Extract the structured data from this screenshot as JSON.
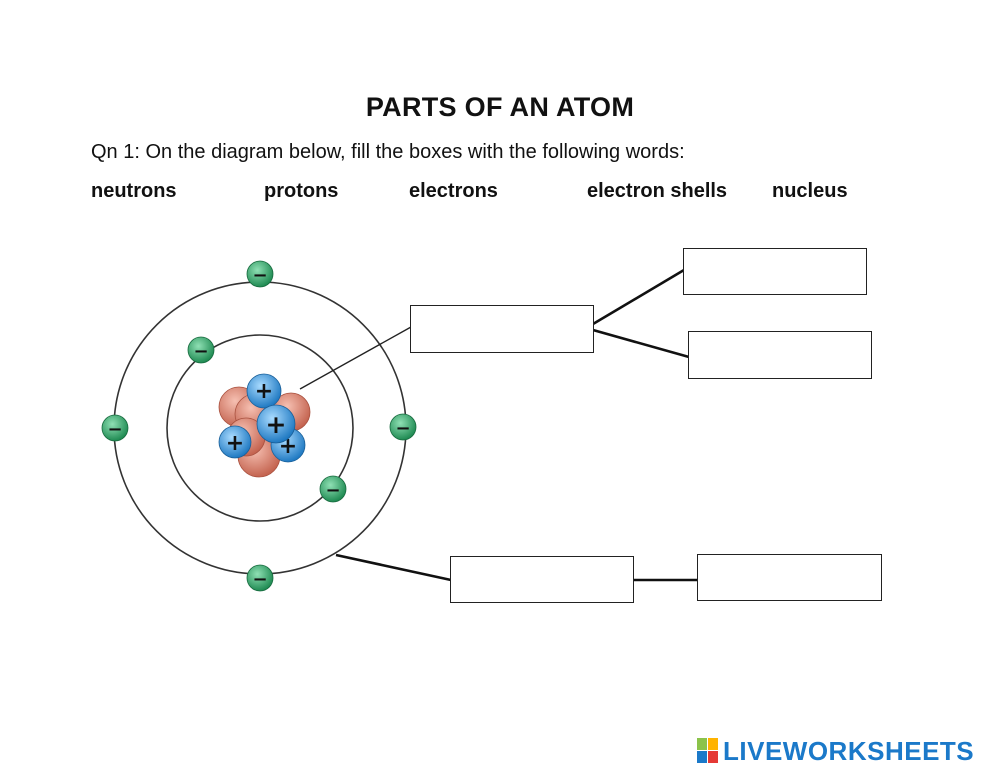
{
  "worksheet": {
    "title": "PARTS OF AN ATOM",
    "instruction": "Qn 1: On the diagram below, fill the boxes with the following words:",
    "word_bank": [
      "neutrons",
      "protons",
      "electrons",
      "electron shells",
      "nucleus"
    ]
  },
  "diagram": {
    "electron_symbol": "−",
    "proton_symbol": "+",
    "colors": {
      "electron": "#2f9e63",
      "proton": "#2f8fd6",
      "neutron": "#d98270",
      "shell": "#333333",
      "leader_line": "#111111"
    },
    "answer_boxes": [
      "",
      "",
      "",
      "",
      ""
    ]
  },
  "branding": {
    "logo_text": "LIVEWORKSHEETS",
    "logo_color": "#1b79c9"
  }
}
